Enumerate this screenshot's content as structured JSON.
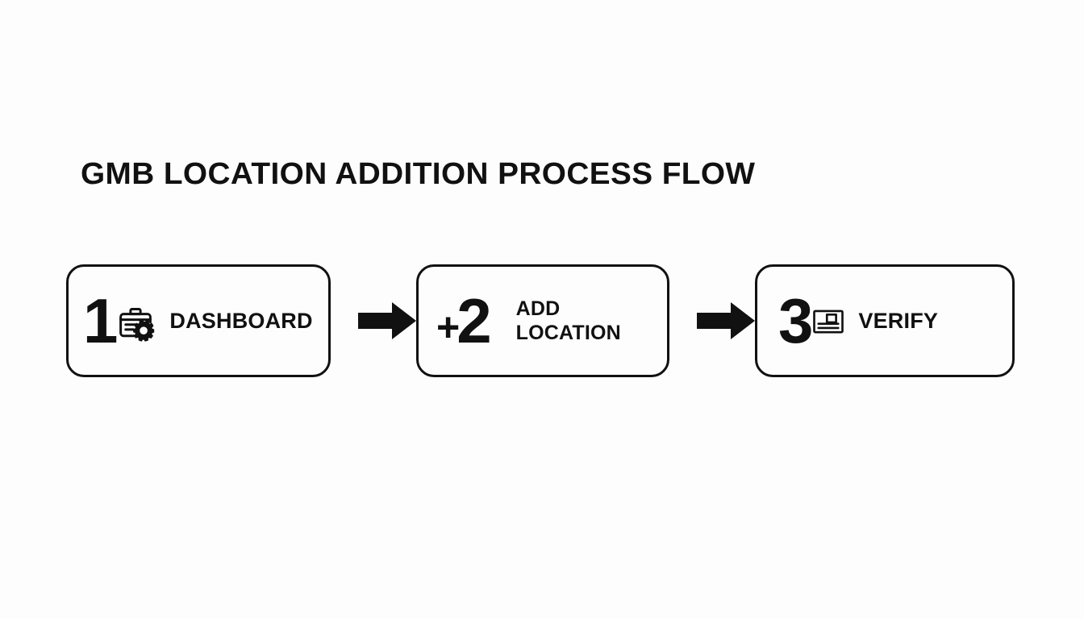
{
  "page": {
    "title": "GMB LOCATION ADDITION PROCESS FLOW",
    "background_color": "#fdfdfd",
    "foreground_color": "#111111"
  },
  "flow": {
    "type": "horizontal-process-flow",
    "step_count": 3,
    "steps": [
      {
        "number": "1",
        "prefix": "",
        "label": "DASHBOARD",
        "icon": "dashboard-briefcase-gear-icon"
      },
      {
        "number": "2",
        "prefix": "+",
        "label": "ADD\nLOCATION",
        "icon": ""
      },
      {
        "number": "3",
        "prefix": "",
        "label": "VERIFY",
        "icon": "id-card-icon"
      }
    ],
    "connectors": [
      {
        "icon": "arrow-right-icon"
      },
      {
        "icon": "arrow-right-icon"
      }
    ]
  }
}
